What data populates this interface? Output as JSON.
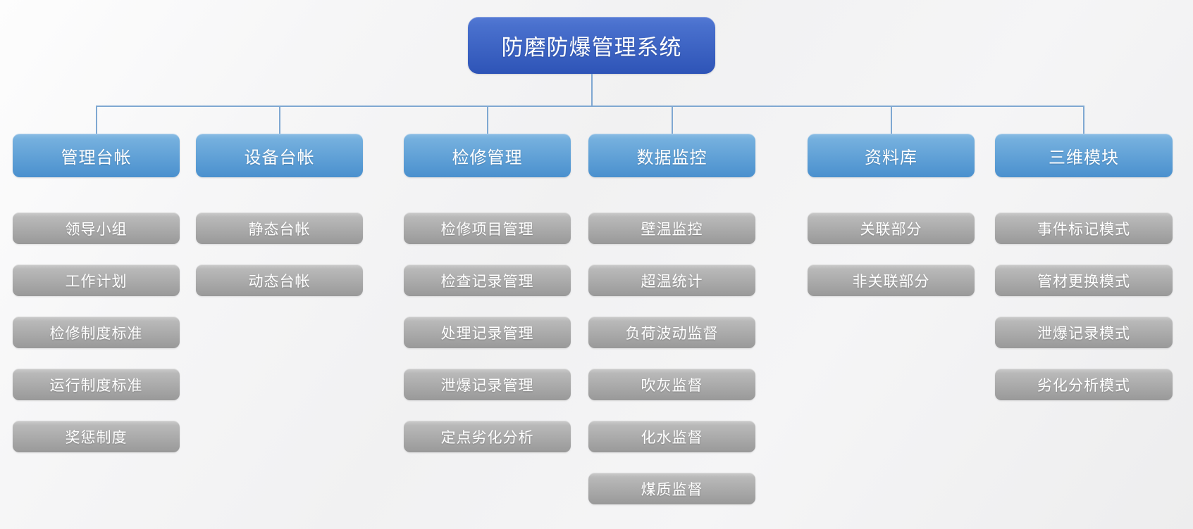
{
  "diagram": {
    "type": "org-chart-tree",
    "root": {
      "label": "防磨防爆管理系统"
    },
    "columns": [
      {
        "id": "management-ledger",
        "label": "管理台帐",
        "items": [
          "领导小组",
          "工作计划",
          "检修制度标准",
          "运行制度标准",
          "奖惩制度"
        ]
      },
      {
        "id": "equipment-ledger",
        "label": "设备台帐",
        "items": [
          "静态台帐",
          "动态台帐"
        ]
      },
      {
        "id": "overhaul-management",
        "label": "检修管理",
        "items": [
          "检修项目管理",
          "检查记录管理",
          "处理记录管理",
          "泄爆记录管理",
          "定点劣化分析"
        ]
      },
      {
        "id": "data-monitoring",
        "label": "数据监控",
        "items": [
          "壁温监控",
          "超温统计",
          "负荷波动监督",
          "吹灰监督",
          "化水监督",
          "煤质监督"
        ]
      },
      {
        "id": "repository",
        "label": "资料库",
        "items": [
          "关联部分",
          "非关联部分"
        ]
      },
      {
        "id": "three-d-module",
        "label": "三维模块",
        "items": [
          "事件标记模式",
          "管材更换模式",
          "泄爆记录模式",
          "劣化分析模式"
        ]
      }
    ]
  },
  "colors": {
    "root_top": "#4a71ce",
    "root_bottom": "#2e54b7",
    "branch_top": "#75b0de",
    "branch_bottom": "#4a90ce",
    "leaf_top": "#b9b9b9",
    "leaf_bottom": "#999999",
    "line": "#7fa8d2",
    "text": "#ffffff"
  }
}
